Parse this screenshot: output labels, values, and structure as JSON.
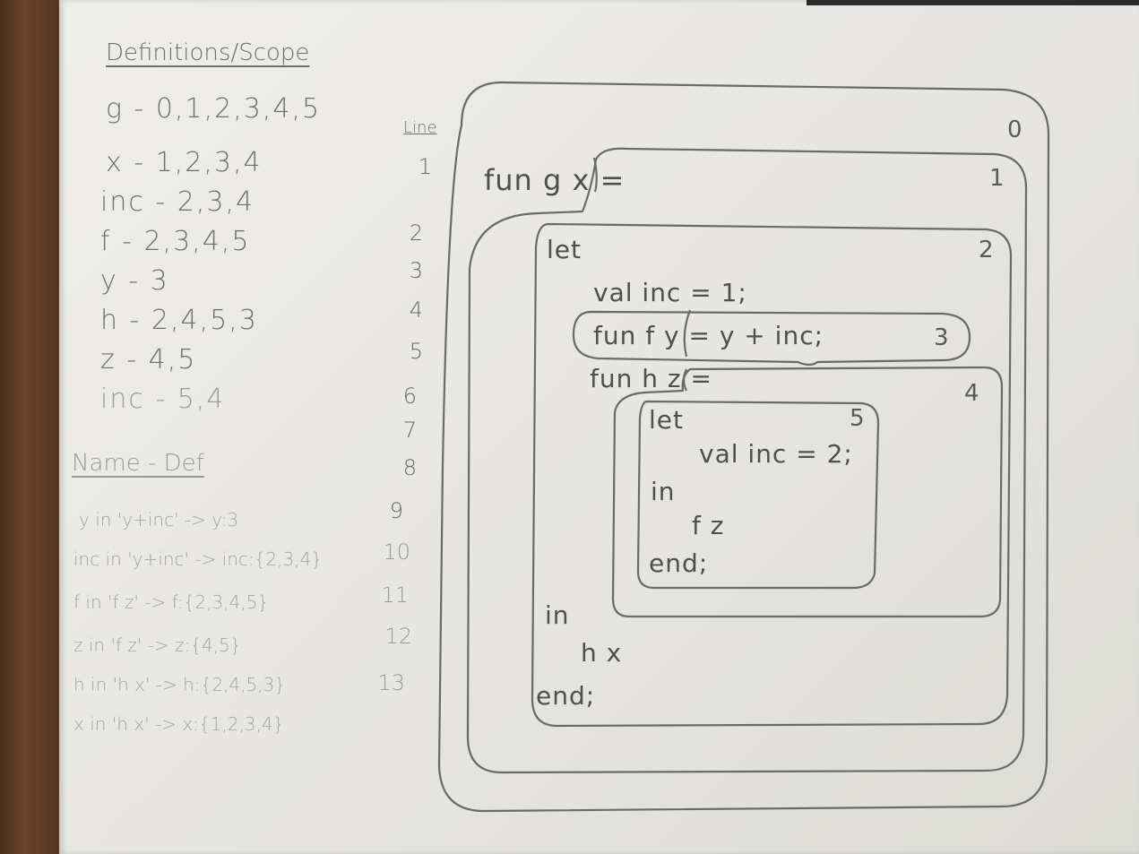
{
  "definitions": {
    "heading": "Definitions/Scope",
    "rows": [
      "g - 0,1,2,3,4,5",
      "x - 1,2,3,4",
      "inc - 2,3,4",
      "f - 2,3,4,5",
      "y - 3",
      "h - 2,4,5,3",
      "z - 4,5",
      "inc - 5,4"
    ]
  },
  "name_def": {
    "heading": "Name - Def",
    "rows": [
      "y in 'y+inc' -> y:3",
      "inc in 'y+inc' -> inc:{2,3,4}",
      "f in 'f z' -> f:{2,3,4,5}",
      "z in 'f z' -> z:{4,5}",
      "h in 'h x' -> h:{2,4,5,3}",
      "x in 'h x' -> x:{1,2,3,4}"
    ]
  },
  "lines": {
    "heading": "Line",
    "numbers": [
      "1",
      "2",
      "3",
      "4",
      "5",
      "6",
      "7",
      "8",
      "9",
      "10",
      "11",
      "12",
      "13"
    ]
  },
  "code": {
    "fun_g": "fun g x =",
    "let_outer": "let",
    "val_inc": "val inc = 1;",
    "fun_f": "fun f y = y + inc;",
    "fun_h": "fun h z =",
    "let_inner": "let",
    "val_inc2": "val inc = 2;",
    "in_inner": "in",
    "f_z": "f z",
    "end_inner": "end;",
    "in_outer": "in",
    "h_x": "h x",
    "end_outer": "end;"
  },
  "scopes": [
    "0",
    "1",
    "2",
    "3",
    "4",
    "5"
  ]
}
